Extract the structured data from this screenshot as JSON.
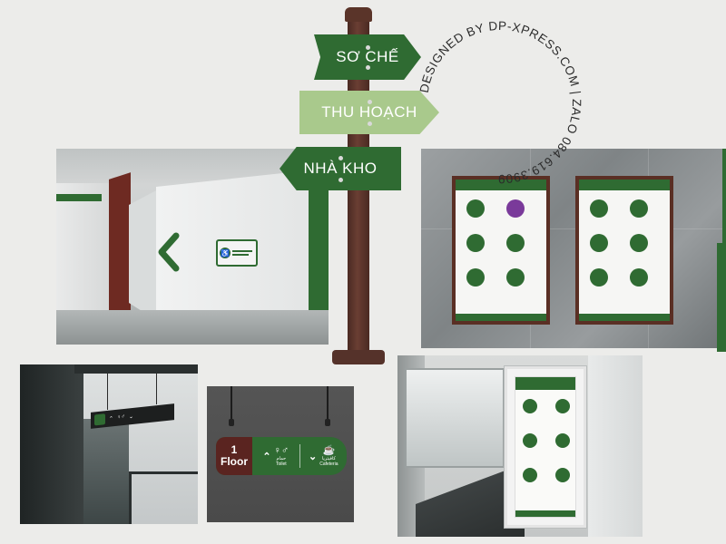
{
  "signpost": {
    "arrow_top": "SƠ CHẾ",
    "arrow_mid": "THU HOẠCH",
    "arrow_low": "NHÀ KHO"
  },
  "watermark": "DESIGNED BY DP-XPRESS.COM | ZALO 084.619.3909",
  "hanging_sign": {
    "floor_number": "1",
    "floor_label": "Floor",
    "toilet_ar": "حمام",
    "toilet_en": "Toilet",
    "cafeteria_ar": "كافيتريا",
    "cafeteria_en": "Cafeteria"
  },
  "colors": {
    "brand_green": "#2f6b32",
    "light_green": "#a9c98c",
    "pole_brown": "#5a3429",
    "floor_maroon": "#5a2420"
  }
}
